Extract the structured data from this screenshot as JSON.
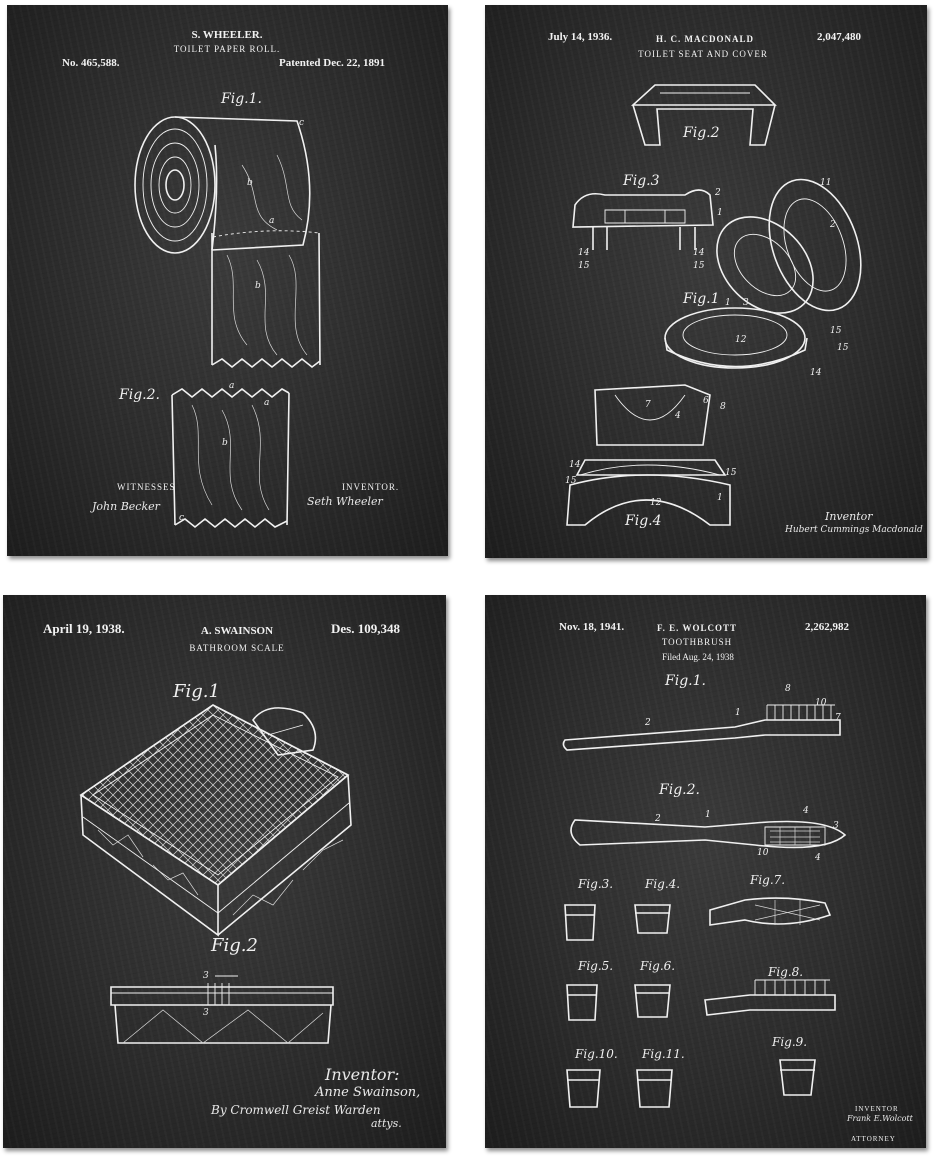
{
  "posters": [
    {
      "inventor_name": "S. WHEELER.",
      "title": "TOILET PAPER ROLL.",
      "number": "No. 465,588.",
      "date": "Patented Dec. 22, 1891",
      "figures": [
        "Fig.1.",
        "Fig.2."
      ],
      "witnesses_label": "WITNESSES",
      "inventor_label": "INVENTOR.",
      "witness_signature": "John Becker",
      "inventor_signature": "Seth Wheeler"
    },
    {
      "date": "July 14, 1936.",
      "inventor_name": "H. C. MACDONALD",
      "number": "2,047,480",
      "title": "TOILET SEAT AND COVER",
      "figures": [
        "Fig.2",
        "Fig.3",
        "Fig.1",
        "Fig.4"
      ],
      "inventor_label": "Inventor",
      "inventor_signature": "Hubert Cummings Macdonald"
    },
    {
      "date": "April 19, 1938.",
      "inventor_name": "A. SWAINSON",
      "number": "Des. 109,348",
      "title": "BATHROOM SCALE",
      "figures": [
        "Fig.1",
        "Fig.2"
      ],
      "inventor_label": "Inventor:",
      "inventor_signature": "Anne Swainson,",
      "attorney_signature": "By Cromwell Greist Warden",
      "attorney_label": "attys."
    },
    {
      "date": "Nov. 18, 1941.",
      "inventor_name": "F. E. WOLCOTT",
      "number": "2,262,982",
      "title": "TOOTHBRUSH",
      "filed": "Filed Aug. 24, 1938",
      "figures": [
        "Fig.1.",
        "Fig.2.",
        "Fig.3.",
        "Fig.4.",
        "Fig.7.",
        "Fig.5.",
        "Fig.6.",
        "Fig.8.",
        "Fig.10.",
        "Fig.11.",
        "Fig.9."
      ],
      "inventor_label": "INVENTOR",
      "inventor_signature": "Frank E.Wolcott",
      "attorney_label": "ATTORNEY"
    }
  ],
  "colors": {
    "chalkboard": "#2c2c2c",
    "ink": "#f0f0f0",
    "background": "#ffffff"
  }
}
